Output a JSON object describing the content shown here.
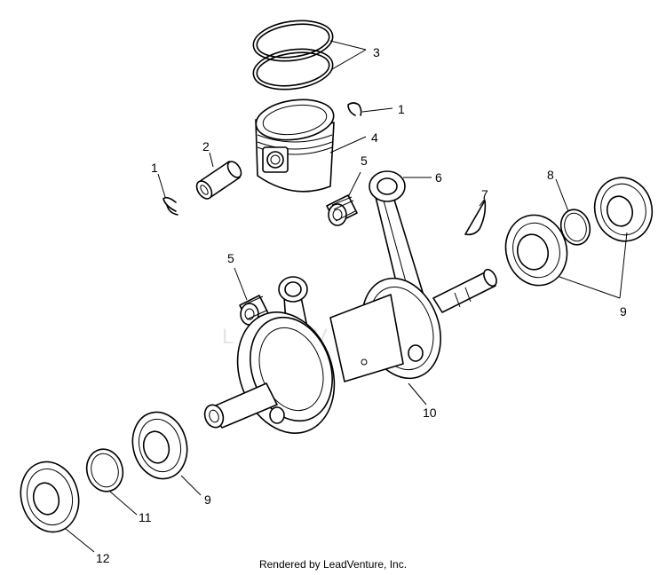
{
  "callouts": {
    "c1a": "1",
    "c1b": "1",
    "c2": "2",
    "c3": "3",
    "c4": "4",
    "c5a": "5",
    "c5b": "5",
    "c6": "6",
    "c7": "7",
    "c8": "8",
    "c9a": "9",
    "c9b": "9",
    "c10": "10",
    "c11": "11",
    "c12": "12"
  },
  "watermark": "LEADVENT",
  "footer": {
    "credit": "Rendered by LeadVenture, Inc."
  }
}
